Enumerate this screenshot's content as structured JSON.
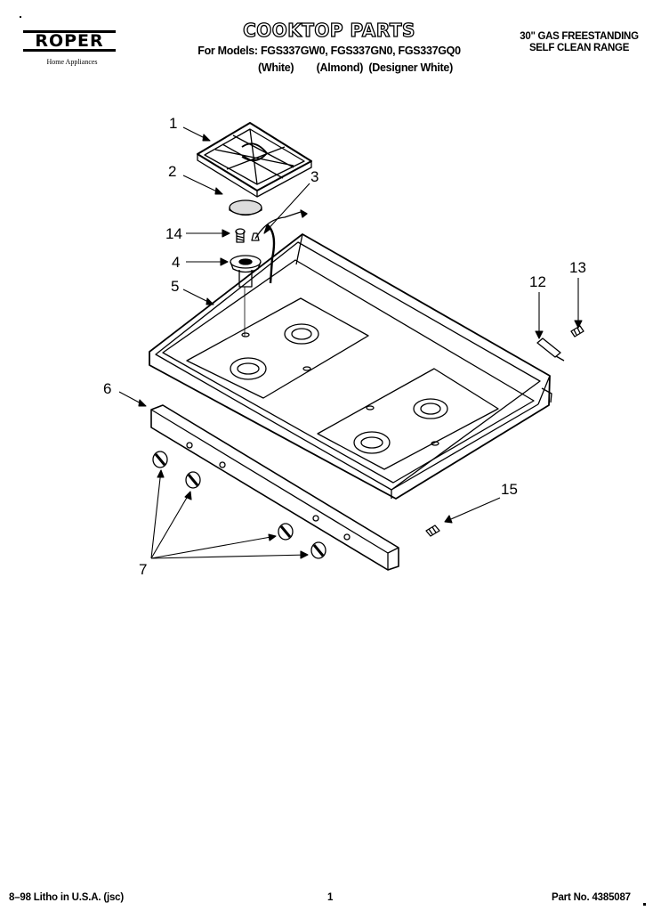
{
  "header": {
    "brand": "ROPER",
    "brand_sub": "Home Appliances",
    "title": "COOKTOP PARTS",
    "models": "For Models: FGS337GW0, FGS337GN0, FGS337GQ0",
    "variants": "(White)        (Almond)  (Designer White)",
    "range_line1": "30\" GAS FREESTANDING",
    "range_line2": "SELF CLEAN RANGE"
  },
  "callouts": [
    "1",
    "2",
    "3",
    "14",
    "4",
    "5",
    "13",
    "12",
    "6",
    "15",
    "7"
  ],
  "footer": {
    "litho": "8–98 Litho in U.S.A. (jsc)",
    "page": "1",
    "part_no": "Part No. 4385087"
  }
}
